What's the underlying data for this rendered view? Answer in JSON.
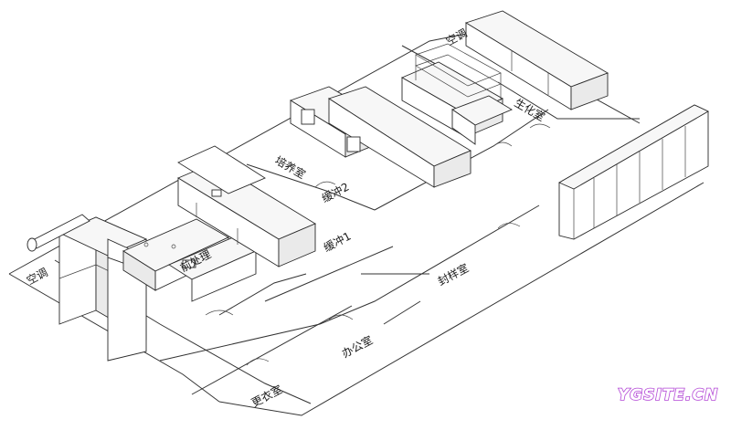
{
  "rooms": {
    "air_conditioning": "空调",
    "pretreatment": "前处理",
    "buffer_1": "缓冲1",
    "buffer_2": "缓冲2",
    "culture": "培养室",
    "biochem": "生化室",
    "sealed_sample": "封样室",
    "office": "办公室",
    "changing": "更衣室",
    "top_air": "空调"
  },
  "watermark": "YGSITE.CN"
}
